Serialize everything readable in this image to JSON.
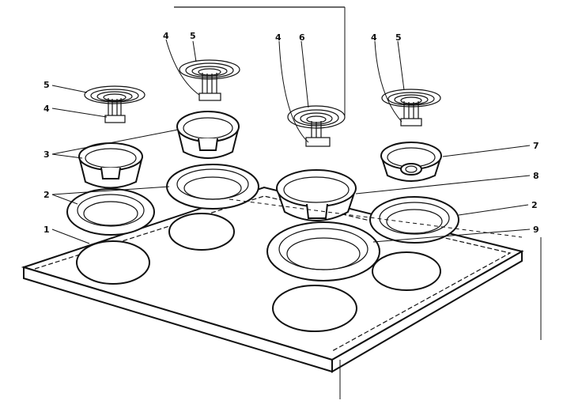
{
  "colors": {
    "ink": "#111111",
    "paper": "#ffffff"
  },
  "callouts": {
    "c1": "1",
    "c2a": "2",
    "c2b": "2",
    "c3": "3",
    "c4a": "4",
    "c4b": "4",
    "c4c": "4",
    "c4d": "4",
    "c5a": "5",
    "c5b": "5",
    "c5c": "5",
    "c6": "6",
    "c7": "7",
    "c8": "8",
    "c9": "9"
  }
}
